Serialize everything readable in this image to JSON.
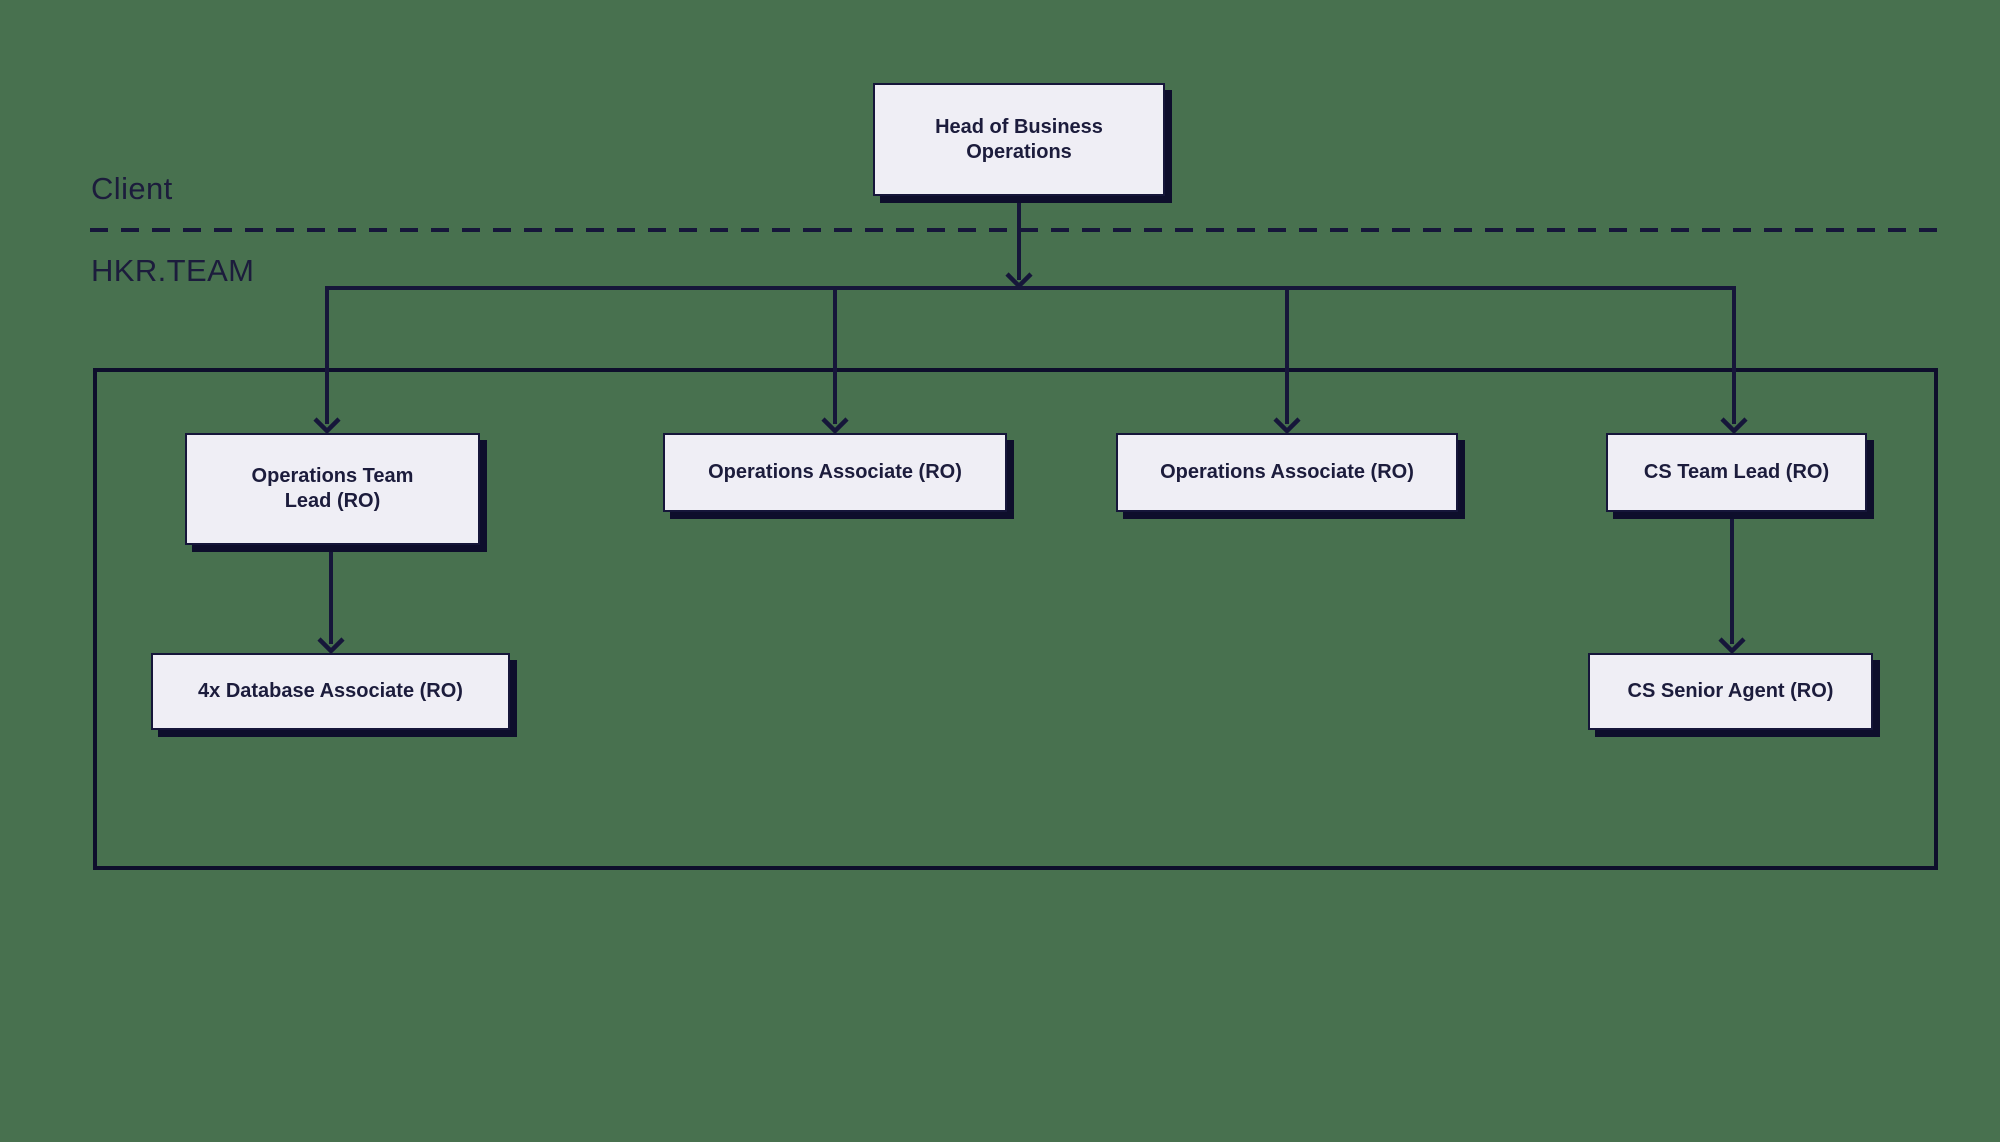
{
  "colors": {
    "background": "#48714F",
    "node_fill": "#EFEEF5",
    "node_border": "#16163A",
    "node_shadow": "#0E0E2C",
    "connector": "#16163A",
    "text": "#1C1C3C"
  },
  "lanes": {
    "client_label": "Client",
    "team_label": "HKR.TEAM"
  },
  "nodes": {
    "head": {
      "label": "Head of Business\nOperations",
      "lane": "client"
    },
    "ops_team_lead": {
      "label": "Operations Team\nLead (RO)",
      "lane": "team"
    },
    "ops_associate_1": {
      "label": "Operations Associate (RO)",
      "lane": "team"
    },
    "ops_associate_2": {
      "label": "Operations Associate (RO)",
      "lane": "team"
    },
    "cs_team_lead": {
      "label": "CS Team Lead (RO)",
      "lane": "team"
    },
    "db_associate": {
      "label": "4x Database Associate (RO)",
      "lane": "team"
    },
    "cs_senior_agent": {
      "label": "CS Senior Agent (RO)",
      "lane": "team"
    }
  },
  "edges": [
    {
      "from": "head",
      "to": "ops_team_lead"
    },
    {
      "from": "head",
      "to": "ops_associate_1"
    },
    {
      "from": "head",
      "to": "ops_associate_2"
    },
    {
      "from": "head",
      "to": "cs_team_lead"
    },
    {
      "from": "ops_team_lead",
      "to": "db_associate"
    },
    {
      "from": "cs_team_lead",
      "to": "cs_senior_agent"
    }
  ]
}
